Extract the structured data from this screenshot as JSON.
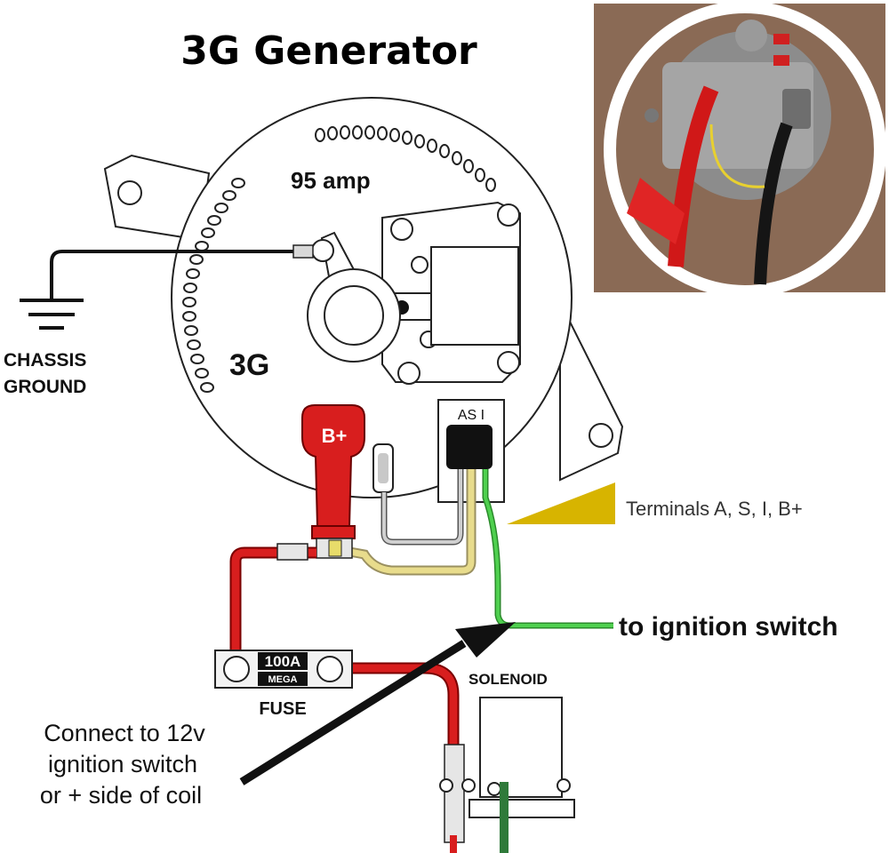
{
  "title": "3G Generator",
  "alternator": {
    "rating_label": "95 amp",
    "model_label": "3G",
    "terminal_letters": "AS I",
    "bplus_label": "B+"
  },
  "ground": {
    "label_line1": "CHASSIS",
    "label_line2": "GROUND"
  },
  "fuse": {
    "rating": "100A",
    "type": "MEGA",
    "label": "FUSE"
  },
  "solenoid": {
    "label": "SOLENOID"
  },
  "callouts": {
    "terminals": "Terminals A, S, I, B+",
    "ignition": "to ignition switch",
    "connect_line1": "Connect to 12v",
    "connect_line2": "ignition switch",
    "connect_line3": "or + side of coil"
  },
  "colors": {
    "positive_wire": "#d81e1e",
    "ignition_wire": "#3cb43c",
    "sense_wire": "#e8dc8c",
    "callout_wedge": "#d7b400"
  }
}
